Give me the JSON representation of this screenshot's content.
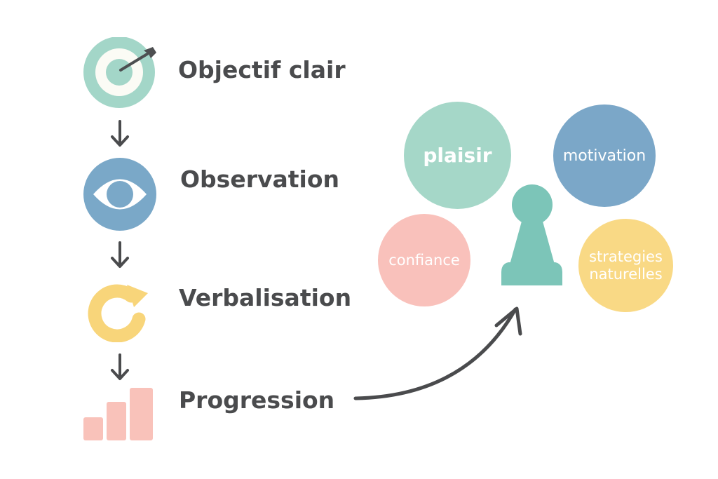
{
  "steps": [
    {
      "label": "Objectif clair",
      "icon": "target-icon",
      "color": "#a3d6c8"
    },
    {
      "label": "Observation",
      "icon": "eye-icon",
      "color": "#7aa8c8"
    },
    {
      "label": "Verbalisation",
      "icon": "refresh-icon",
      "color": "#f8d57a"
    },
    {
      "label": "Progression",
      "icon": "bar-chart-icon",
      "color": "#f9c2ba"
    }
  ],
  "bubbles": [
    {
      "label": "plaisir",
      "color": "#a5d7c8"
    },
    {
      "label": "motivation",
      "color": "#7ba7c8"
    },
    {
      "label": "confiance",
      "color": "#f9c1bb"
    },
    {
      "label_line1": "strategies",
      "label_line2": "naturelles",
      "color": "#f9d985"
    }
  ],
  "center_figure": {
    "icon": "pawn-icon",
    "color": "#7cc5b8"
  },
  "colors": {
    "text": "#4a4b4d",
    "arrow": "#4a4b4d"
  }
}
